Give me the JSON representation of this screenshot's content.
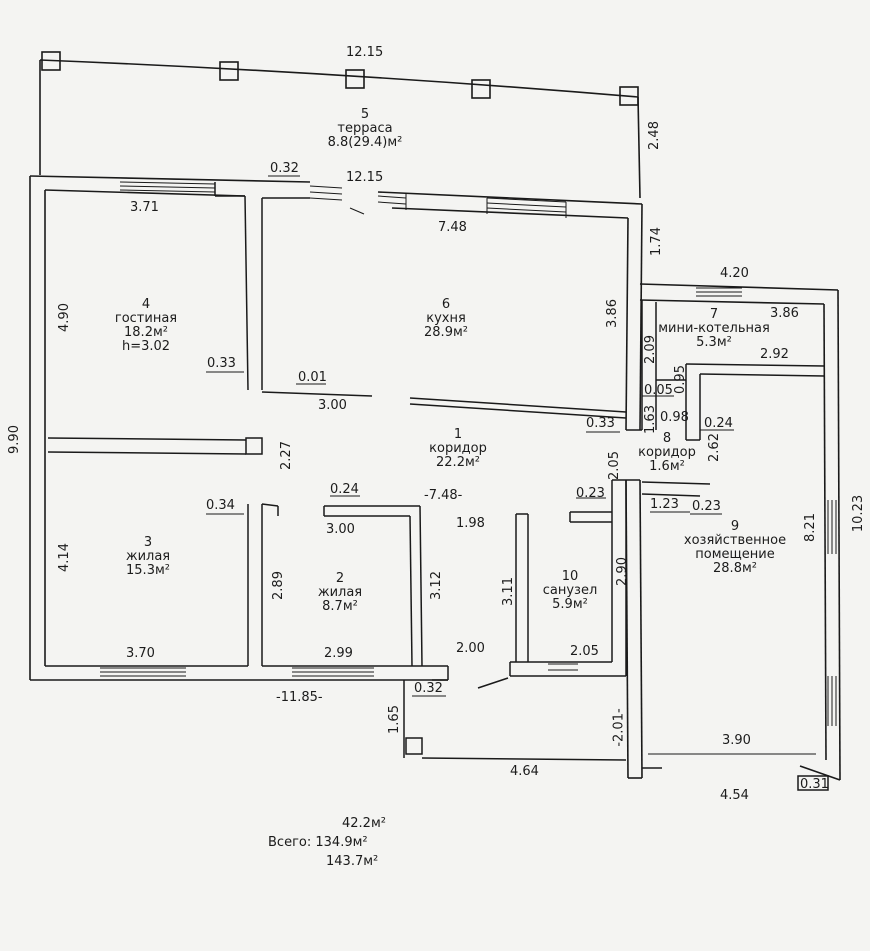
{
  "rooms": [
    {
      "num": "1",
      "name": "коридор",
      "area": "22.2м²"
    },
    {
      "num": "2",
      "name": "жилая",
      "area": "8.7м²"
    },
    {
      "num": "3",
      "name": "жилая",
      "area": "15.3м²"
    },
    {
      "num": "4",
      "name": "гостиная",
      "area": "18.2м²",
      "extra": "h=3.02"
    },
    {
      "num": "5",
      "name": "терраса",
      "area": "8.8(29.4)м²"
    },
    {
      "num": "6",
      "name": "кухня",
      "area": "28.9м²"
    },
    {
      "num": "7",
      "name": "мини-котельная",
      "area": "5.3м²"
    },
    {
      "num": "8",
      "name": "коридор",
      "area": "1.6м²"
    },
    {
      "num": "9",
      "name": "хозяйственное",
      "name2": "помещение",
      "area": "28.8м²"
    },
    {
      "num": "10",
      "name": "санузел",
      "area": "5.9м²"
    }
  ],
  "dims": {
    "terrace_top": "12.15",
    "terrace_right": "2.48",
    "house_top": "12.15",
    "terrace_post": "0.32",
    "living_top": "3.71",
    "kitchen_top": "7.48",
    "right_upper": "1.74",
    "boiler_top": "4.20",
    "boiler_inner": "3.86",
    "living_left": "4.90",
    "kitchen_right": "3.86",
    "living_wall": "0.33",
    "boiler_left": "2.09",
    "boiler_inner2": "2.92",
    "boiler_small": "0.05",
    "boiler_small2": "0.95",
    "corr_small": "0.98",
    "corr_small2": "0.24",
    "corr_right": "2.62",
    "wall_01": "0.01",
    "kitchen_open": "3.00",
    "corr_wall": "0.33",
    "corr8_h": "1.63",
    "overall_left": "9.90",
    "column_h": "2.27",
    "overall_right": "10.23",
    "bath_top_h": "2.05",
    "bedroom_wall": "0.34",
    "bed2_top": "0.24",
    "corridor_len": "-7.48-",
    "bath_wall": "0.23",
    "store_wall1": "1.23",
    "store_wall2": "0.23",
    "bed2_width": "3.00",
    "corr_width": "1.98",
    "store_h": "8.21",
    "bed3_left": "4.14",
    "bed2_left": "2.89",
    "bed2_right": "3.12",
    "bath_left": "3.11",
    "bath_right": "2.90",
    "bed3_bottom": "3.70",
    "bed2_bottom": "2.99",
    "entry_w": "2.00",
    "bath_bottom": "2.05",
    "overall_bottom": "-11.85-",
    "entry_post": "0.32",
    "porch_h": "1.65",
    "porch_right": "-2.01-",
    "store_bottom": "3.90",
    "porch_w": "4.64",
    "store_outer": "4.54",
    "store_post": "0.31"
  },
  "totals": {
    "line1": "42.2м²",
    "label": "Всего:",
    "line2": "134.9м²",
    "line3": "143.7м²"
  }
}
